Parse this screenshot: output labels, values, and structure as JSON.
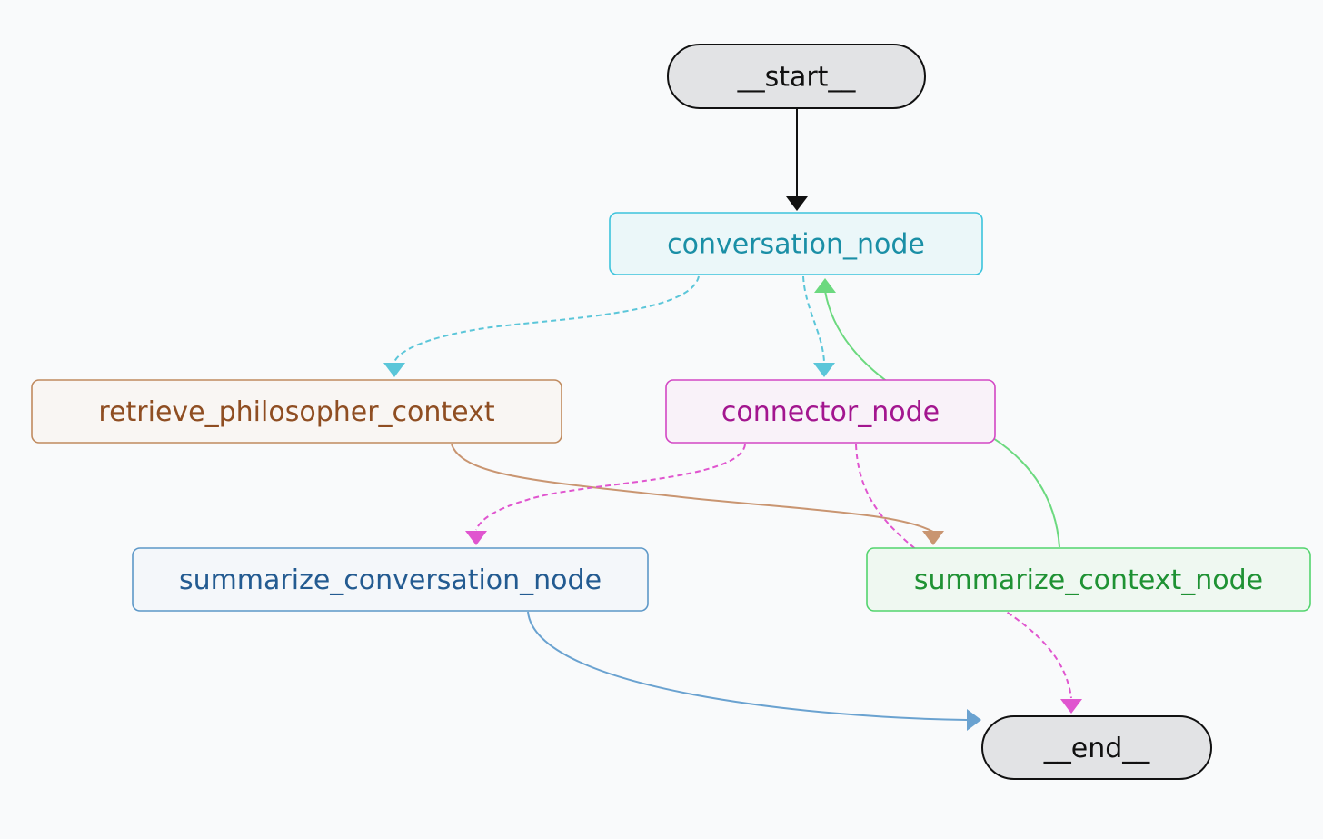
{
  "graph": {
    "nodes": [
      {
        "id": "start",
        "label": "__start__",
        "kind": "terminal",
        "stroke": "#111111",
        "fill": "#e2e3e5",
        "text_color": "#111111"
      },
      {
        "id": "conversation_node",
        "label": "conversation_node",
        "kind": "step",
        "stroke": "#3cc3dc",
        "fill": "#ebf7f9",
        "text_color": "#1a8fa6"
      },
      {
        "id": "retrieve_philosopher_context",
        "label": "retrieve_philosopher_context",
        "kind": "step",
        "stroke": "#c08a5e",
        "fill": "#f9f6f3",
        "text_color": "#8f4e22"
      },
      {
        "id": "connector_node",
        "label": "connector_node",
        "kind": "step",
        "stroke": "#d347c4",
        "fill": "#f9f2f9",
        "text_color": "#a3168f"
      },
      {
        "id": "summarize_conversation_node",
        "label": "summarize_conversation_node",
        "kind": "step",
        "stroke": "#5d98c8",
        "fill": "#f4f7fa",
        "text_color": "#235b91"
      },
      {
        "id": "summarize_context_node",
        "label": "summarize_context_node",
        "kind": "step",
        "stroke": "#53d46e",
        "fill": "#eff8f1",
        "text_color": "#1f9234"
      },
      {
        "id": "end",
        "label": "__end__",
        "kind": "terminal",
        "stroke": "#111111",
        "fill": "#e2e3e5",
        "text_color": "#111111"
      }
    ],
    "edges": [
      {
        "from": "start",
        "to": "conversation_node",
        "style": "solid",
        "color": "#111111"
      },
      {
        "from": "conversation_node",
        "to": "retrieve_philosopher_context",
        "style": "dashed",
        "color": "#5bc6d9"
      },
      {
        "from": "conversation_node",
        "to": "connector_node",
        "style": "dashed",
        "color": "#5bc6d9"
      },
      {
        "from": "retrieve_philosopher_context",
        "to": "summarize_context_node",
        "style": "solid",
        "color": "#c99571"
      },
      {
        "from": "summarize_context_node",
        "to": "conversation_node",
        "style": "solid",
        "color": "#6cd97f"
      },
      {
        "from": "connector_node",
        "to": "summarize_conversation_node",
        "style": "dashed",
        "color": "#e055cf"
      },
      {
        "from": "connector_node",
        "to": "end",
        "style": "dashed",
        "color": "#e055cf"
      },
      {
        "from": "summarize_conversation_node",
        "to": "end",
        "style": "solid",
        "color": "#6aa2d0"
      }
    ]
  }
}
